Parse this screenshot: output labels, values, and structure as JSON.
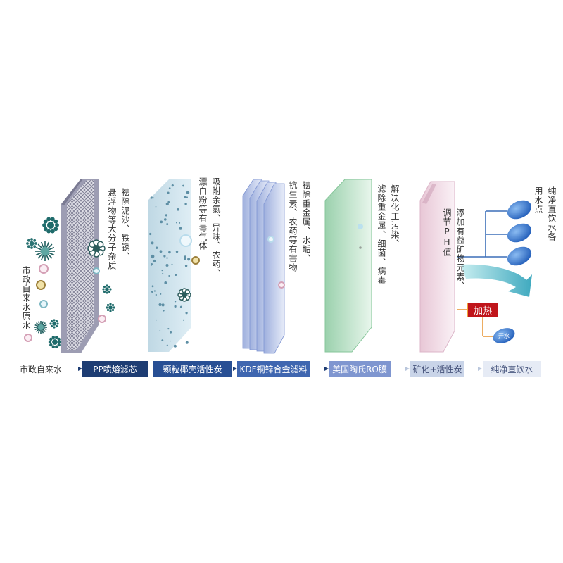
{
  "source_label": "市政自来水原水",
  "stages": [
    {
      "name": "PP喷熔滤芯",
      "desc": [
        "祛除泥沙、铁锈、",
        "悬浮物等大分子杂质"
      ]
    },
    {
      "name": "颗粒椰壳活性炭",
      "desc": [
        "吸附余氯、异味、农药、",
        "漂白粉等有毒气体"
      ]
    },
    {
      "name": "KDF铜锌合金滤料",
      "desc": [
        "祛除重金属、水垢、",
        "抗生素、农药等有害物"
      ]
    },
    {
      "name": "美国陶氏RO膜",
      "desc": [
        "解决化工污染、",
        "滤除重金属、细菌、病毒"
      ]
    },
    {
      "name": "矿化+活性炭",
      "desc": [
        "添加有益矿物元素、",
        "调节PH值"
      ]
    }
  ],
  "flow_start": "市政自来水",
  "flow_end": "纯净直饮水",
  "output_label": [
    "纯净直饮水各",
    "用水点"
  ],
  "heat_label": "加热",
  "boil_label": "开水",
  "colors": {
    "flow_dark": "#1e3d73",
    "flow_mid": "#3f66b0",
    "flow_light": "#c9d4e8",
    "heat": "#c0151b",
    "drop": "#2f6ec9",
    "teal_arrow": "#4bb7c3"
  }
}
